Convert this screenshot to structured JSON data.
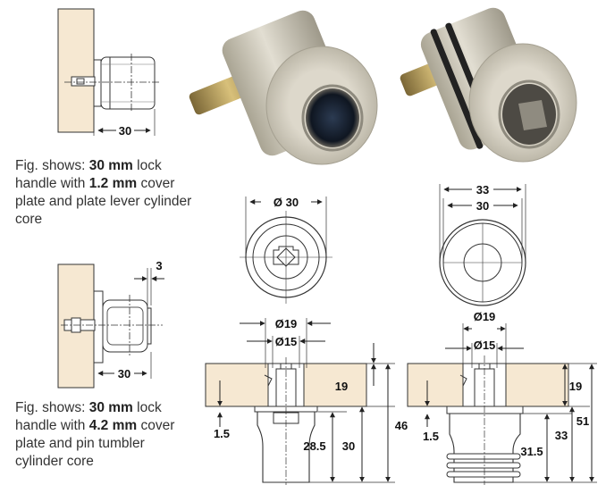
{
  "figures": {
    "top_left": {
      "dimension": "30",
      "caption": {
        "prefix": "Fig. shows: ",
        "size1": "30 mm",
        "middle1": " lock handle with ",
        "size2": "1.2 mm",
        "suffix": " cover plate and plate lever cylinder core"
      }
    },
    "bottom_left": {
      "dimension_width": "30",
      "dimension_gap": "3",
      "caption": {
        "prefix": "Fig. shows: ",
        "size1": "30 mm",
        "middle1": " lock handle with ",
        "size2": "4.2 mm",
        "suffix": " cover plate and pin tumbler cylinder core"
      }
    },
    "front_view_left": {
      "diameter": "Ø 30"
    },
    "front_view_right": {
      "outer": "33",
      "inner": "30"
    },
    "section_left": {
      "d_outer": "Ø19",
      "d_inner": "Ø15",
      "panel": "19",
      "plate": "1.5",
      "body": "28.5",
      "handle": "30",
      "total": "46"
    },
    "section_right": {
      "d_outer": "Ø19",
      "d_inner": "Ø15",
      "panel": "19",
      "plate": "1.5",
      "body": "31.5",
      "handle": "33",
      "total": "51"
    }
  },
  "colors": {
    "panel": "#f6e8d2",
    "metal": "#c9c4b4",
    "ring": "#222222",
    "line": "#333333"
  }
}
